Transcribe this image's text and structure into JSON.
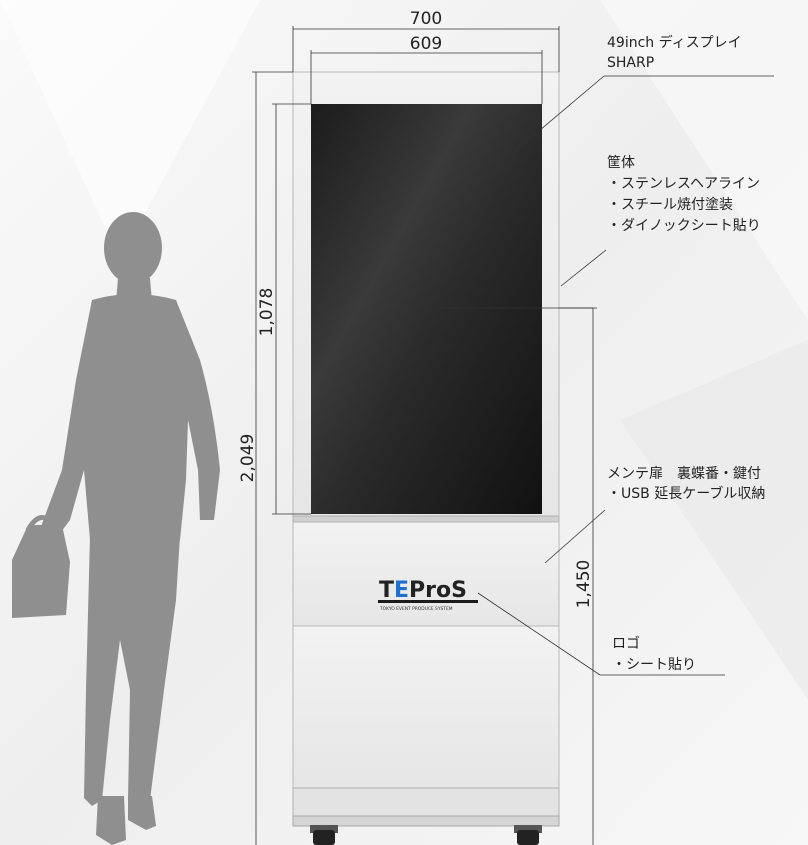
{
  "dimensions": {
    "total_width": "700",
    "screen_width": "609",
    "total_height": "2,049",
    "screen_height": "1,078",
    "lower_height": "1,450"
  },
  "annotations": {
    "display": [
      "49inch ディスプレイ",
      "SHARP"
    ],
    "housing": [
      "筐体",
      "・ステンレスヘアライン",
      "・スチール焼付塗装",
      "・ダイノックシート貼り"
    ],
    "maintenance": [
      "メンテ扉　裏蝶番・鍵付",
      "・USB 延長ケーブル収納"
    ],
    "logo": [
      "ロゴ",
      "・シート貼り"
    ]
  },
  "logo": {
    "text": "TEProS",
    "tagline": "TOKYO EVENT PRODUCE SYSTEM",
    "colors": {
      "main": "#1a1a1a",
      "accent": "#1e6fd0"
    }
  }
}
